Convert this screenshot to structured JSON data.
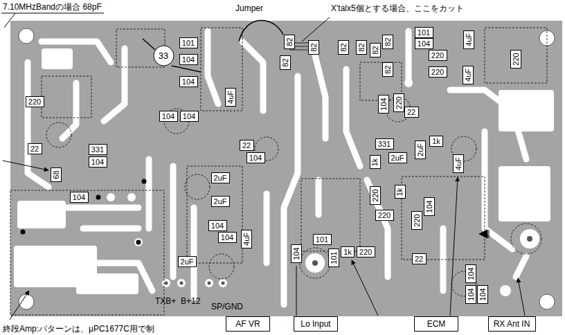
{
  "diagram": {
    "nodes": [
      {
        "text": [
          "33"
        ]
      },
      {
        "text": [
          "101"
        ]
      },
      {
        "text": [
          "82"
        ]
      },
      {
        "text": [
          "82"
        ]
      },
      {
        "text": [
          "82"
        ]
      },
      {
        "text": [
          "82"
        ]
      },
      {
        "text": [
          "82"
        ]
      },
      {
        "text": [
          "82"
        ]
      },
      {
        "text": [
          "101"
        ]
      },
      {
        "text": [
          "4uF"
        ]
      },
      {
        "text": [
          "104"
        ]
      },
      {
        "text": [
          "104"
        ]
      },
      {
        "text": [
          "220"
        ]
      },
      {
        "text": [
          "82"
        ]
      },
      {
        "text": [
          "82"
        ]
      },
      {
        "text": [
          "220"
        ]
      },
      {
        "text": [
          "4uF"
        ]
      },
      {
        "text": [
          "220"
        ]
      },
      {
        "text": [
          "104"
        ]
      },
      {
        "text": [
          "4uF"
        ]
      },
      {
        "text": [
          "220"
        ]
      },
      {
        "text": [
          "104"
        ]
      },
      {
        "text": [
          "220"
        ]
      },
      {
        "text": [
          "22"
        ]
      },
      {
        "text": [
          "104"
        ]
      },
      {
        "text": [
          "104"
        ]
      },
      {
        "text": [
          "22"
        ]
      },
      {
        "text": [
          "331"
        ]
      },
      {
        "text": [
          "2uF"
        ]
      },
      {
        "text": [
          "1k"
        ]
      },
      {
        "text": [
          "22"
        ]
      },
      {
        "text": [
          "331"
        ]
      },
      {
        "text": [
          "104"
        ]
      },
      {
        "text": [
          "104"
        ]
      },
      {
        "text": [
          "1k"
        ]
      },
      {
        "text": [
          "2uF"
        ]
      },
      {
        "text": [
          "4uF"
        ]
      },
      {
        "text": [
          "68"
        ]
      },
      {
        "text": [
          "2uF"
        ]
      },
      {
        "text": [
          "1k"
        ]
      },
      {
        "text": [
          "220"
        ]
      },
      {
        "text": [
          "104"
        ]
      },
      {
        "text": [
          "104"
        ]
      },
      {
        "text": [
          "2uF"
        ]
      },
      {
        "text": [
          "220"
        ]
      },
      {
        "text": [
          "220"
        ]
      },
      {
        "text": [
          "104"
        ]
      },
      {
        "text": [
          "104"
        ]
      },
      {
        "text": [
          "4uF"
        ]
      },
      {
        "text": [
          "101"
        ]
      },
      {
        "text": [
          "101"
        ]
      },
      {
        "text": [
          "1k"
        ]
      },
      {
        "text": [
          "220"
        ]
      },
      {
        "text": [
          "22"
        ]
      },
      {
        "text": [
          "2uF"
        ]
      },
      {
        "text": [
          "104"
        ]
      },
      {
        "text": [
          "104"
        ]
      },
      {
        "text": [
          "104"
        ]
      },
      {
        "text": [
          "104"
        ]
      },
      {
        "text": [
          "AF VR"
        ]
      },
      {
        "text": [
          "Lo Input"
        ]
      },
      {
        "text": [
          "ECM"
        ]
      },
      {
        "text": [
          "RX Ant IN"
        ]
      }
    ],
    "labels": [
      "7.10MHzBandの場合 68pF",
      "Jumper",
      "X'talx5個とする場合、ここをカット",
      "TXB+",
      "B+12",
      "SP/GND",
      "終段Amp:パターンは、μPC1677C用で制"
    ]
  }
}
